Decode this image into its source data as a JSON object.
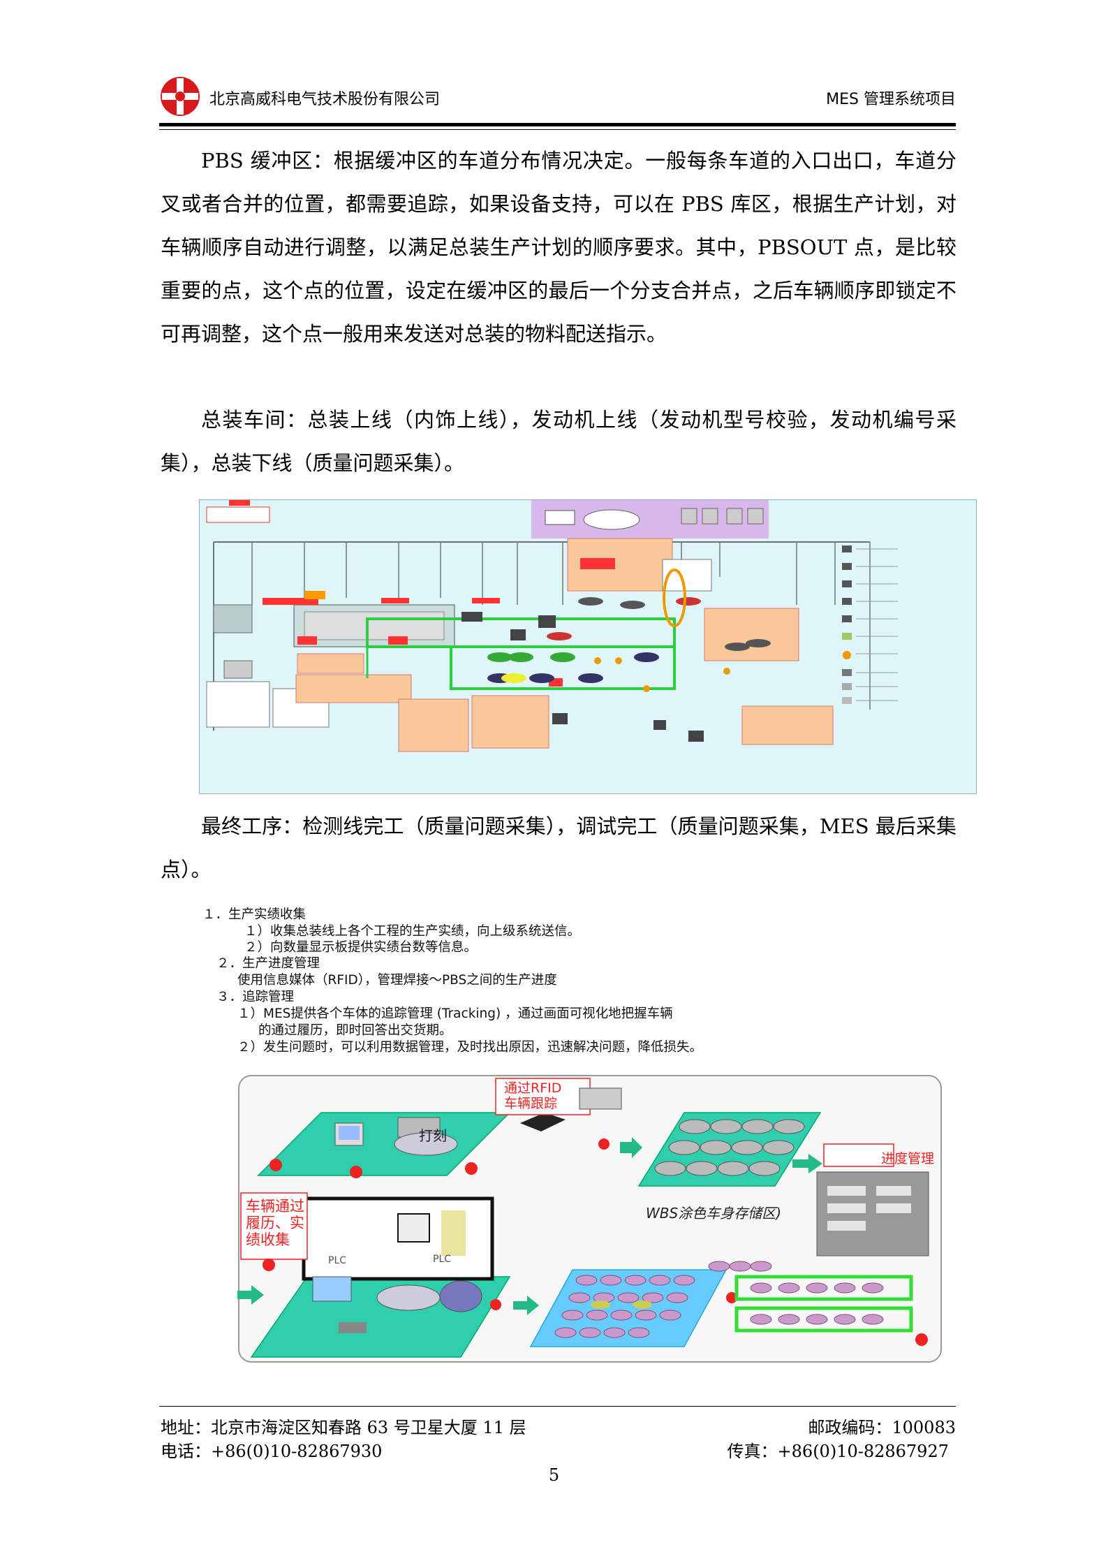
{
  "header": {
    "company": "北京高威科电气技术股份有限公司",
    "project": "MES 管理系统项目"
  },
  "paragraphs": {
    "p1": "PBS 缓冲区：根据缓冲区的车道分布情况决定。一般每条车道的入口出口，车道分叉或者合并的位置，都需要追踪，如果设备支持，可以在 PBS 库区，根据生产计划，对车辆顺序自动进行调整，以满足总装生产计划的顺序要求。其中，PBSOUT 点，是比较重要的点，这个点的位置，设定在缓冲区的最后一个分支合并点，之后车辆顺序即锁定不可再调整，这个点一般用来发送对总装的物料配送指示。",
    "p2": "总装车间：总装上线（内饰上线），发动机上线（发动机型号校验，发动机编号采集），总装下线（质量问题采集）。",
    "p3": "最终工序：检测线完工（质量问题采集），调试完工（质量问题采集，MES 最后采集点）。"
  },
  "figure2": {
    "item1_title": "１．生产实绩收集",
    "item1_sub1": "１）收集总装线上各个工程的生产实绩，向上级系统送信。",
    "item1_sub2": "２）向数量显示板提供实绩台数等信息。",
    "item2_title": "２．生产进度管理",
    "item2_sub1": "使用信息媒体（RFID），管理焊接～PBS之间的生产进度",
    "item3_title": "３．追踪管理",
    "item3_sub1a": "１）MES提供各个车体的追踪管理 (Tracking) ，通过画面可视化地把握车辆",
    "item3_sub1b": "的通过履历，即时回答出交货期。",
    "item3_sub2": "２）发生问题时，可以利用数据管理，及时找出原因，迅速解决问题，降低损失。",
    "label_rfid_1": "通过RFID",
    "label_rfid_2": "车辆跟踪",
    "label_progress": "进度管理",
    "label_history_1": "车辆通过",
    "label_history_2": "履历、实",
    "label_history_3": "绩收集",
    "label_wbs": "WBS涂色车身存储区)",
    "label_print": "打刻",
    "label_plc1": "PLC",
    "label_plc2": "PLC"
  },
  "footer": {
    "address": "地址：北京市海淀区知春路 63 号卫星大厦 11 层",
    "zip": "邮政编码：100083",
    "tel": "电话：+86(0)10-82867930",
    "fax": "传真：+86(0)10-82867927",
    "page": "5"
  }
}
